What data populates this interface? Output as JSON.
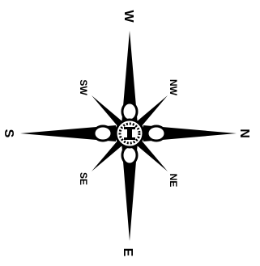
{
  "compass": {
    "labels": {
      "w": "W",
      "e": "E",
      "s": "S",
      "n": "N",
      "sw": "SW",
      "nw": "NW",
      "se": "SE",
      "ne": "NE"
    }
  },
  "colors": {
    "ink": "#000000",
    "paper": "#ffffff"
  }
}
